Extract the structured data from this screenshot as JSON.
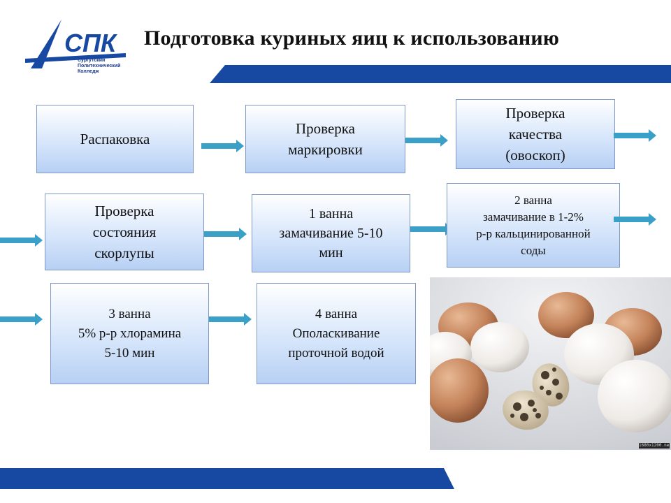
{
  "header": {
    "title": "Подготовка  куриных яиц к использованию",
    "logo_text": "СПК",
    "logo_caption": "Сургутский Политехнический Колледж"
  },
  "steps": [
    {
      "id": "unpacking",
      "text": "Распаковка"
    },
    {
      "id": "marking",
      "text": "Проверка\nмаркировки"
    },
    {
      "id": "quality",
      "text": "Проверка\nкачества\n(овоскоп)"
    },
    {
      "id": "shell",
      "text": "Проверка\nсостояния\nскорлупы"
    },
    {
      "id": "bath1",
      "text": "1 ванна\nзамачивание 5-10\nмин"
    },
    {
      "id": "bath2",
      "text": "2 ванна\nзамачивание  в 1-2%\nр-р кальцинированной\nсоды"
    },
    {
      "id": "bath3",
      "text": "3 ванна\n5% р-р хлорамина\n5-10 мин"
    },
    {
      "id": "bath4",
      "text": "4 ванна\nОполаскивание\nпроточной водой"
    }
  ],
  "colors": {
    "band": "#1749a3",
    "arrow": "#3aa0c8",
    "box_border": "#7f98c8"
  },
  "photo": {
    "tag": "1680x1200.net"
  }
}
